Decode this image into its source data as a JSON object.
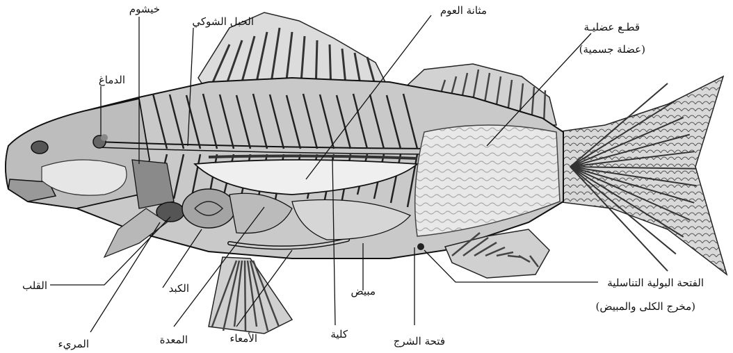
{
  "labels": {
    "gill": "خيشوم",
    "spinal_cord": "الحبل الشوكي",
    "swim_bladder": "مثانة العوم",
    "muscle_line1": "قطـع عضليـة",
    "muscle_line2": "(عضلة جسمية)",
    "brain": "الدماغ",
    "urogenital_line1": "الفتحة البولية التناسلية",
    "urogenital_line2": "(مخرج الكلى والمبيض)",
    "heart": "القلب",
    "liver": "الكبد",
    "ovary": "مبيض",
    "esophagus": "المريء",
    "stomach": "المعدة",
    "intestines": "الأمعاء",
    "kidney": "كلية",
    "anus": "فتحة الشرج"
  }
}
